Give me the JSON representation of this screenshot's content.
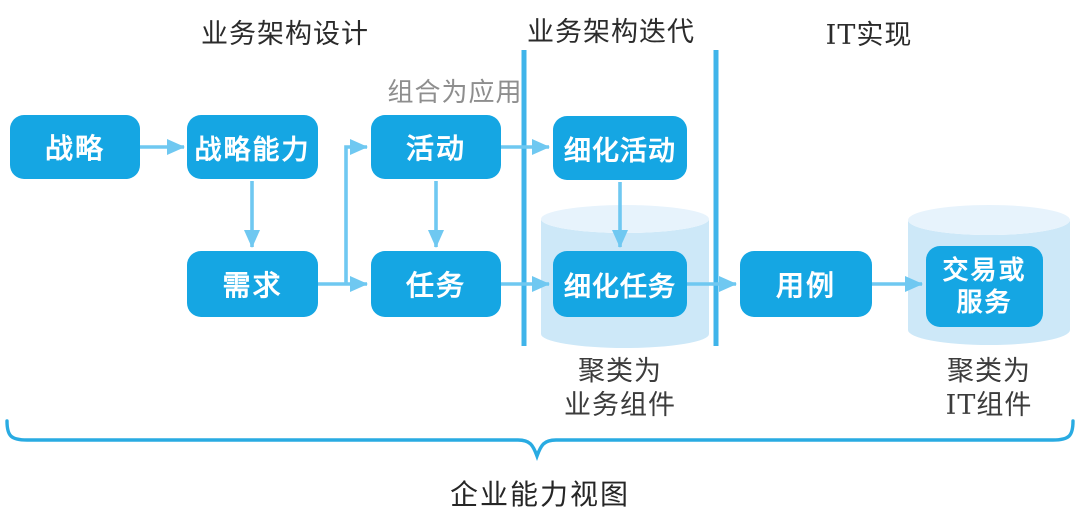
{
  "lanes": [
    {
      "label": "业务架构设计"
    },
    {
      "label": "业务架构迭代"
    },
    {
      "label": "IT实现"
    }
  ],
  "nodes": {
    "strategy": {
      "label": "战略"
    },
    "strategic_capability": {
      "label": "战略能力"
    },
    "activity": {
      "label": "活动"
    },
    "refined_activity": {
      "label": "细化活动"
    },
    "requirement": {
      "label": "需求"
    },
    "task": {
      "label": "任务"
    },
    "refined_task": {
      "label": "细化任务"
    },
    "use_case": {
      "label": "用例"
    },
    "transaction_or_service": {
      "line1": "交易或",
      "line2": "服务"
    }
  },
  "annotations": {
    "compose_into_application": "组合为应用",
    "cluster_business_line1": "聚类为",
    "cluster_business_line2": "业务组件",
    "cluster_it_line1": "聚类为",
    "cluster_it_line2": "IT组件"
  },
  "caption": "企业能力视图",
  "colors": {
    "node_fill": "#15a6e3",
    "node_text": "#ffffff",
    "arrow": "#6fc8f1",
    "separator": "#3fb4ea",
    "cylinder_body": "#cde8f8",
    "cylinder_top": "#e7f3fc",
    "brace": "#29abe2",
    "heading_text": "#2b2b2b",
    "muted_text": "#8e8e8e"
  }
}
